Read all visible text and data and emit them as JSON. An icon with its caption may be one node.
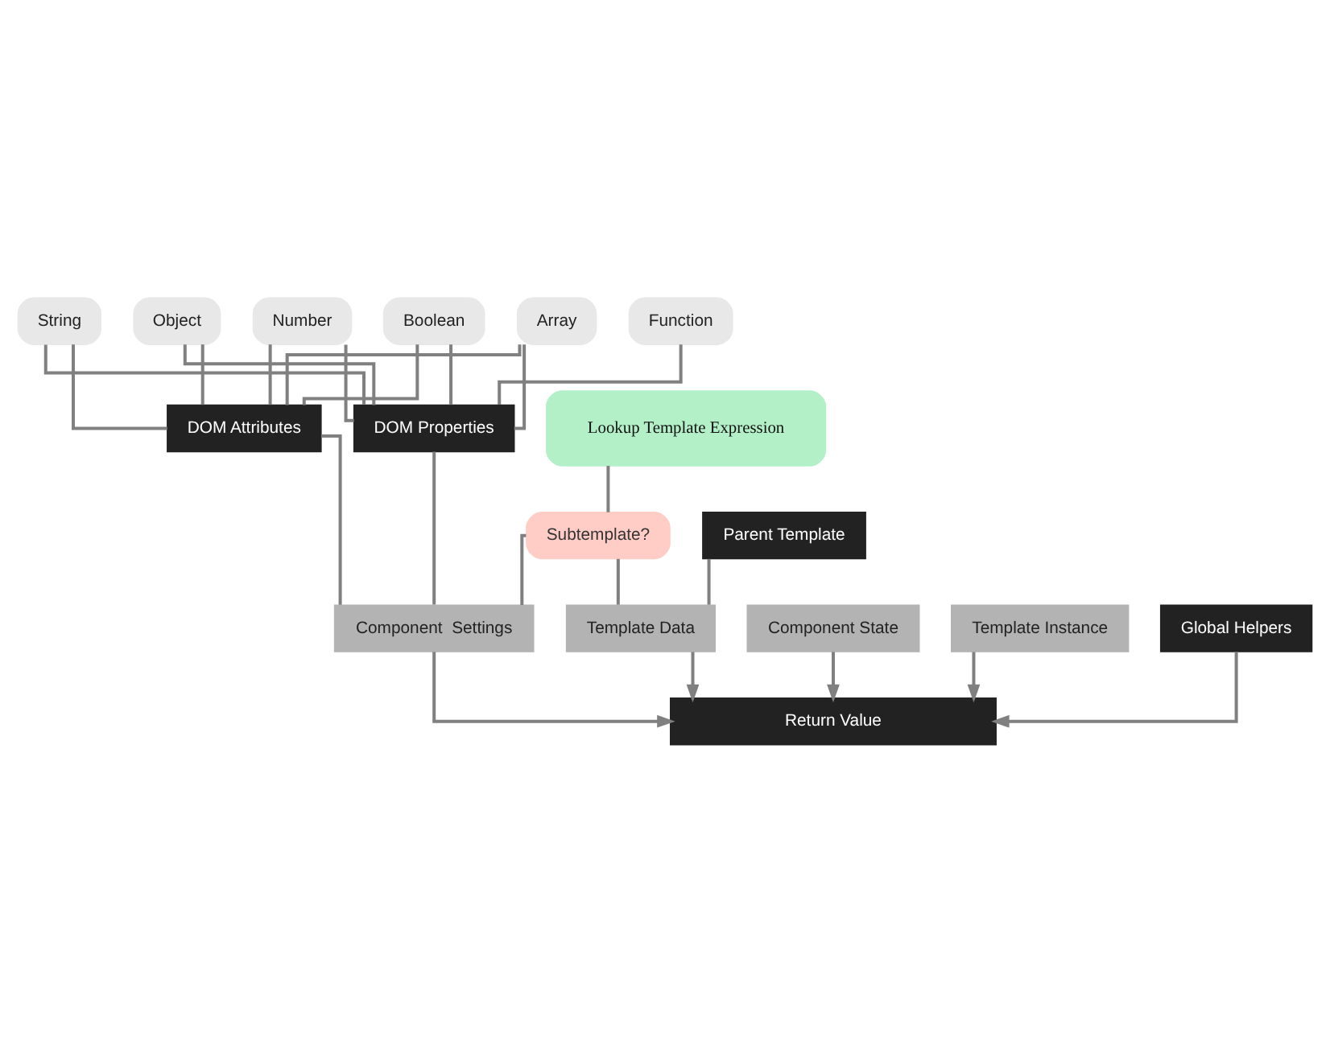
{
  "diagram": {
    "nodes": [
      {
        "text": [
          "Function"
        ]
      },
      {
        "text": [
          "Object"
        ]
      },
      {
        "text": [
          "Number"
        ]
      },
      {
        "text": [
          "Boolean"
        ]
      },
      {
        "text": [
          "Array"
        ]
      },
      {
        "text": [
          "String"
        ]
      },
      {
        "text": [
          "Lookup Template Expression"
        ]
      },
      {
        "text": [
          "DOM Attributes"
        ]
      },
      {
        "text": [
          "DOM Properties"
        ]
      },
      {
        "text": [
          "Subtemplate?"
        ]
      },
      {
        "text": [
          "Parent Template"
        ]
      },
      {
        "text": [
          "Component  Settings"
        ]
      },
      {
        "text": [
          "Template Data"
        ]
      },
      {
        "text": [
          "Component State"
        ]
      },
      {
        "text": [
          "Template Instance"
        ]
      },
      {
        "text": [
          "Global Helpers"
        ]
      },
      {
        "text": [
          "Return Value"
        ]
      }
    ],
    "edges": [
      {
        "from": 0,
        "to": 8,
        "arrow": "none"
      },
      {
        "from": 1,
        "to": 7,
        "arrow": "none"
      },
      {
        "from": 1,
        "to": 8,
        "arrow": "none"
      },
      {
        "from": 2,
        "to": 7,
        "arrow": "none"
      },
      {
        "from": 2,
        "to": 8,
        "arrow": "none"
      },
      {
        "from": 3,
        "to": 7,
        "arrow": "none"
      },
      {
        "from": 3,
        "to": 8,
        "arrow": "none"
      },
      {
        "from": 4,
        "to": 7,
        "arrow": "none"
      },
      {
        "from": 4,
        "to": 8,
        "arrow": "none"
      },
      {
        "from": 5,
        "to": 7,
        "arrow": "none"
      },
      {
        "from": 5,
        "to": 8,
        "arrow": "none"
      },
      {
        "from": 6,
        "to": 9,
        "arrow": "none"
      },
      {
        "from": 7,
        "to": 11,
        "arrow": "none"
      },
      {
        "from": 8,
        "to": 11,
        "arrow": "none"
      },
      {
        "from": 9,
        "to": 11,
        "arrow": "none"
      },
      {
        "from": 9,
        "to": 12,
        "arrow": "none"
      },
      {
        "from": 10,
        "to": 12,
        "arrow": "none"
      },
      {
        "from": 11,
        "to": 16,
        "arrow": "to"
      },
      {
        "from": 12,
        "to": 16,
        "arrow": "to"
      },
      {
        "from": 13,
        "to": 16,
        "arrow": "to"
      },
      {
        "from": 14,
        "to": 16,
        "arrow": "to"
      },
      {
        "from": 15,
        "to": 16,
        "arrow": "to"
      }
    ]
  }
}
